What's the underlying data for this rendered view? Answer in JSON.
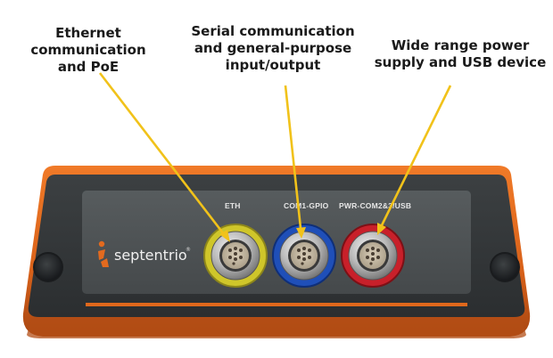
{
  "callouts": {
    "ethernet": [
      "Ethernet",
      "communication",
      "and PoE"
    ],
    "serial": [
      "Serial communication",
      "and general-purpose",
      "input/output"
    ],
    "power": [
      "Wide range power",
      "supply and USB device"
    ]
  },
  "device": {
    "brand": "septentrio",
    "brand_mark": "®",
    "ports": [
      {
        "label": "ETH",
        "ring_color": "#d8cf2a"
      },
      {
        "label": "COM1-GPIO",
        "ring_color": "#1f4fb8"
      },
      {
        "label": "PWR-COM2&3/USB",
        "ring_color": "#c8202a"
      }
    ]
  },
  "colors": {
    "housing": "#e06a1e",
    "face": "#4a4f51",
    "arrow": "#f1c21a"
  }
}
